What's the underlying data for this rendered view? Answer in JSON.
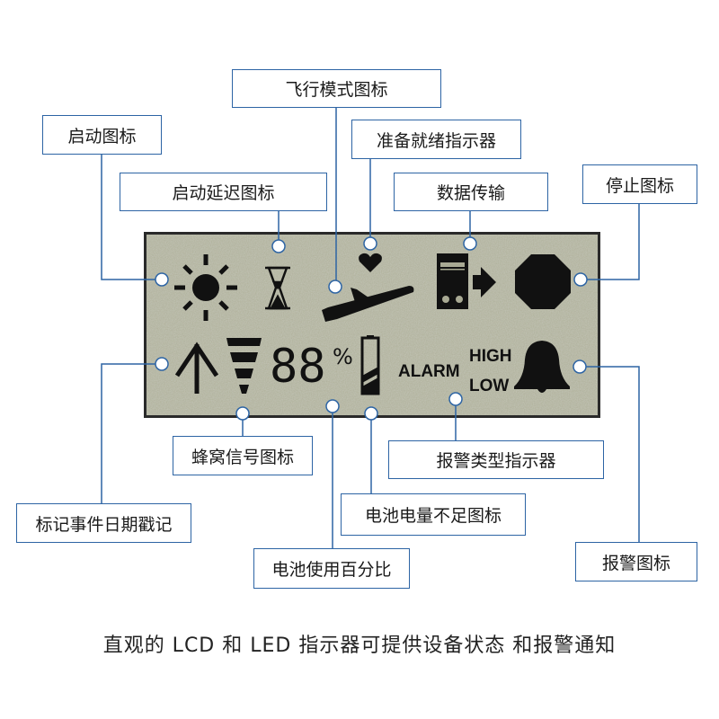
{
  "labels": {
    "airplane_mode": "飞行模式图标",
    "start": "启动图标",
    "ready": "准备就绪指示器",
    "start_delay": "启动延迟图标",
    "data_transfer": "数据传输",
    "stop": "停止图标",
    "mark_event": "标记事件日期戳记",
    "cellular": "蜂窝信号图标",
    "battery_percent": "电池使用百分比",
    "low_battery": "电池电量不足图标",
    "alarm_type": "报警类型指示器",
    "alarm": "报警图标"
  },
  "lcd": {
    "digits": "88",
    "percent": "%",
    "alarm_text": "ALARM",
    "high_text": "HIGH",
    "low_text": "LOW"
  },
  "caption": "直观的 LCD 和 LED 指示器可提供设备状态 和报警通知",
  "colors": {
    "accent": "#2d64a4",
    "lcd": "#a9aa94"
  }
}
